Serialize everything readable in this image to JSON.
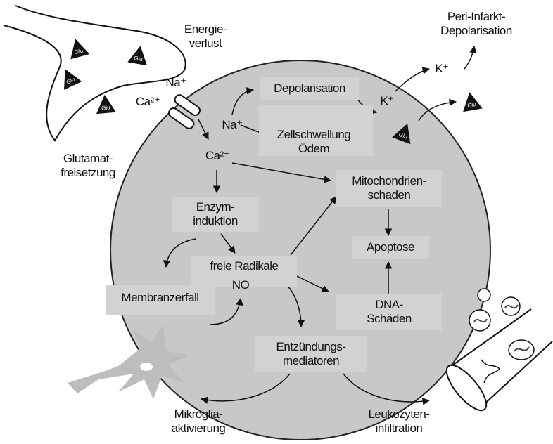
{
  "nodes": {
    "energieverlust": [
      "Energie-",
      "verlust"
    ],
    "glutamat_freisetzung": [
      "Glutamat-",
      "freisetzung"
    ],
    "peri_infarkt": [
      "Peri-Infarkt-",
      "Depolarisation"
    ],
    "depolarisation": "Depolarisation",
    "zellschwellung": [
      "Zellschwellung",
      "Ödem"
    ],
    "mitochondrien": [
      "Mitochondrien-",
      "schaden"
    ],
    "apoptose": "Apoptose",
    "enzym": [
      "Enzym-",
      "induktion"
    ],
    "freie_radikale": "freie Radikale",
    "no": "NO",
    "membranzerfall": "Membranzerfall",
    "dna": [
      "DNA-",
      "Schäden"
    ],
    "entzuendung": [
      "Entzündungs-",
      "mediatoren"
    ],
    "mikroglia": [
      "Mikroglia-",
      "aktivierung"
    ],
    "leukozyten": [
      "Leukozyten-",
      "infiltration"
    ]
  },
  "ions": {
    "na_outer": "Na⁺",
    "ca_outer": "Ca²⁺",
    "na_inner": "Na⁺",
    "ca_inner": "Ca²⁺",
    "k_inner": "K⁺",
    "k_outer": "K⁺"
  },
  "glu_label": "Glu",
  "colors": {
    "cell": "#c8c8c8",
    "box": "#d2d2d2",
    "ink": "#111111",
    "microglia": "#bdbdbd"
  }
}
